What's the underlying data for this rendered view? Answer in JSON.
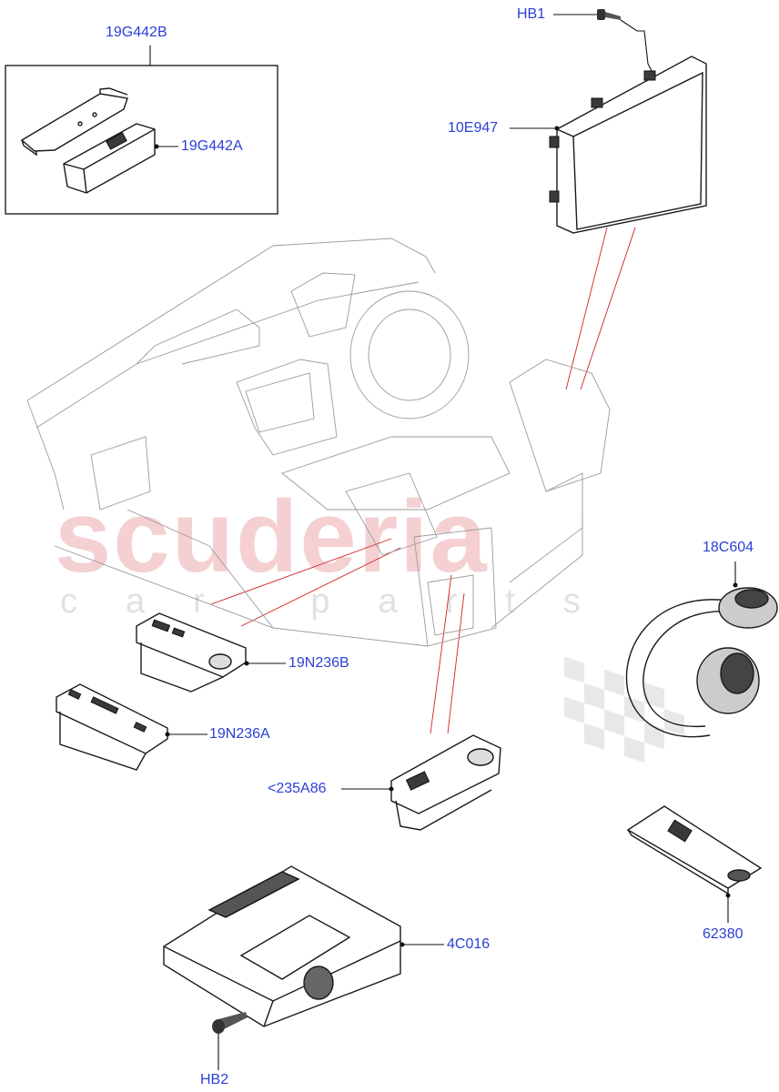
{
  "watermark": {
    "brand": "scuderia",
    "tagline": "car parts"
  },
  "callouts": [
    {
      "id": "hb1",
      "text": "HB1"
    },
    {
      "id": "19g442b",
      "text": "19G442B"
    },
    {
      "id": "19g442a",
      "text": "19G442A"
    },
    {
      "id": "10e947",
      "text": "10E947"
    },
    {
      "id": "18c604",
      "text": "18C604"
    },
    {
      "id": "19n236b",
      "text": "19N236B"
    },
    {
      "id": "19n236a",
      "text": "19N236A"
    },
    {
      "id": "235a86",
      "text": "<235A86"
    },
    {
      "id": "62380",
      "text": "62380"
    },
    {
      "id": "4c016",
      "text": "4C016"
    },
    {
      "id": "hb2",
      "text": "HB2"
    }
  ],
  "colors": {
    "label": "#2a3fd6",
    "leader": "#111111",
    "reference_line": "#d31f1f",
    "watermark": "#ebaaaf"
  }
}
